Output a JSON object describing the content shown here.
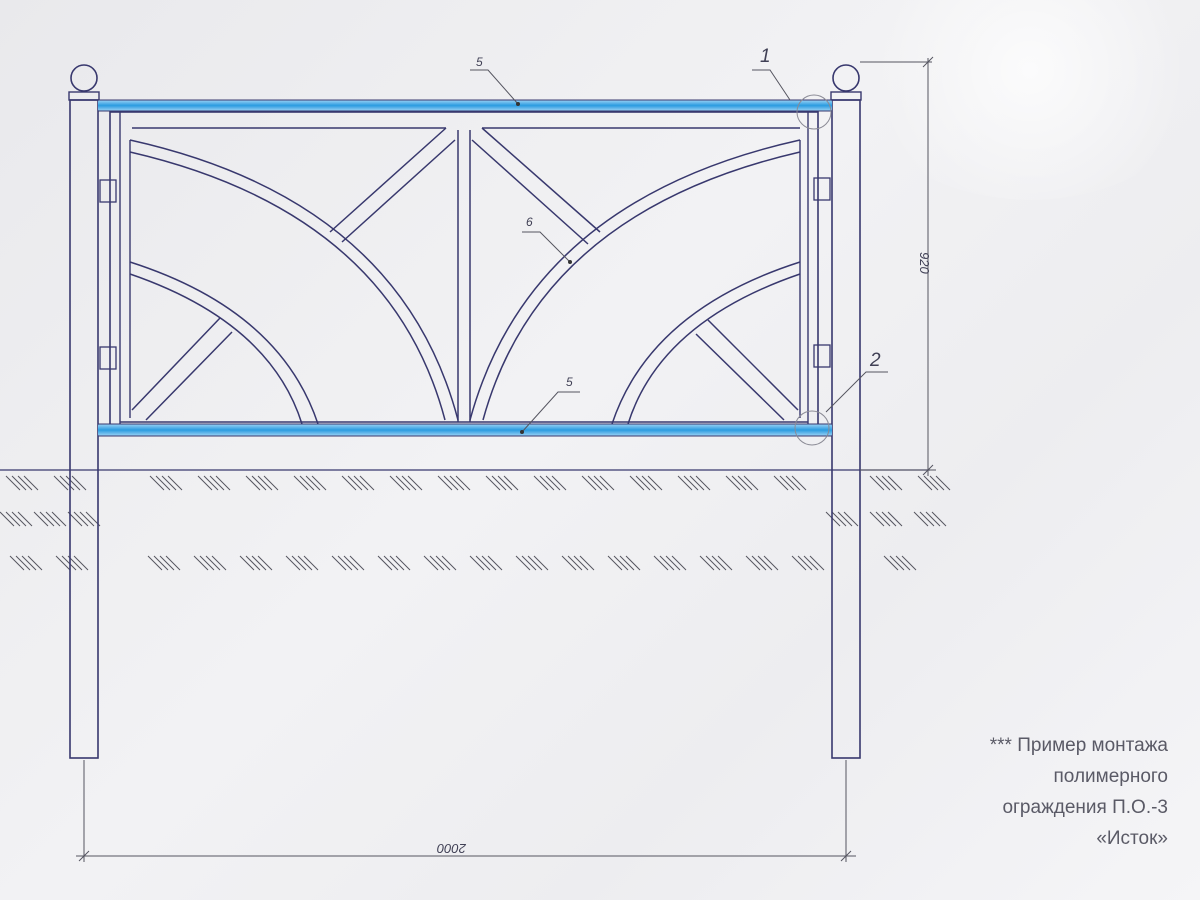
{
  "colors": {
    "line": "#38386e",
    "rail_blue": "#2a9be0",
    "rail_blue_light": "#9dd3f5",
    "hatch": "#55555f",
    "text": "#5a5a66"
  },
  "labels": {
    "callout_1": "1",
    "callout_2": "2",
    "rail_top": "5",
    "rail_bottom": "5",
    "infill": "6",
    "height_dim": "920",
    "width_dim": "2000"
  },
  "caption": {
    "line1": "*** Пример монтажа",
    "line2": "полимерного",
    "line3": "ограждения П.О.-3",
    "line4": "«Исток»"
  }
}
